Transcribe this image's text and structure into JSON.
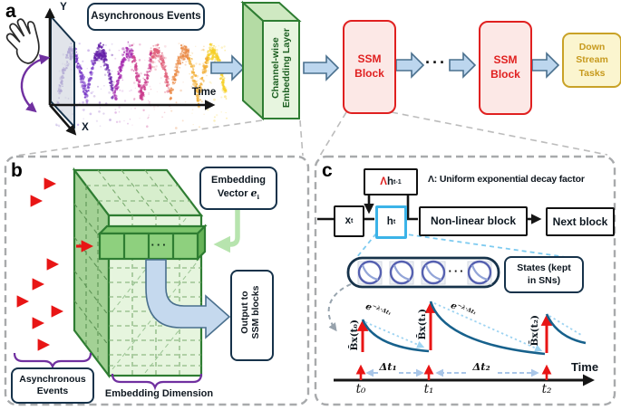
{
  "panel_a": {
    "label": "a",
    "events_box": "Asynchronous Events",
    "axis": {
      "y": "Y",
      "x": "X",
      "time": "Time"
    },
    "embedding_layer": {
      "line1": "Channel-wise",
      "line2": "Embedding Layer"
    },
    "ssm_block_1": {
      "line1": "SSM",
      "line2": "Block"
    },
    "ellipsis": "···",
    "ssm_block_2": {
      "line1": "SSM",
      "line2": "Block"
    },
    "downstream": {
      "line1": "Down",
      "line2": "Stream",
      "line3": "Tasks"
    }
  },
  "panel_b": {
    "label": "b",
    "embedding_vector": {
      "line1": "Embedding",
      "line2_prefix": "Vector ",
      "var": "e",
      "var_sub": "i"
    },
    "row_ellipsis": "···",
    "output_box": {
      "line1": "Output to",
      "line2": "SSM blocks"
    },
    "events_label": {
      "line1": "Asynchronous",
      "line2": "Events"
    },
    "dimension_label": "Embedding Dimension"
  },
  "panel_c": {
    "label": "c",
    "lambda_box": {
      "lambda": "Λ",
      "base": "h",
      "sub": "t-1"
    },
    "decay_note": "Λ: Uniform exponential decay factor",
    "x_box": {
      "base": "x",
      "sub": "t"
    },
    "h_box": {
      "base": "h",
      "sub": "t"
    },
    "nonlinear_block": "Non-linear block",
    "next_block": "Next block",
    "states_box": {
      "line1": "States (kept",
      "line2": "in SNs)"
    },
    "states_ellipsis": "···",
    "exp_label_1": {
      "base": "e",
      "sup": "−λ·Δt₁"
    },
    "exp_label_2": {
      "base": "e",
      "sup": "−λ·Δt₁"
    },
    "bx_labels": [
      "B̄x(t₀)",
      "B̄x(t₁)",
      "B̄x(t₂)"
    ],
    "dt_labels": [
      "Δt₁",
      "Δt₂"
    ],
    "time_label": "Time",
    "t_labels": [
      "t₀",
      "t₁",
      "t₂"
    ]
  },
  "icons": {
    "waving_hand": "hand-outline-gesture",
    "rotation_arrow": "curved-purple-arrow",
    "state_neuron": "circle-with-decay-curve"
  },
  "colors": {
    "flow_arrow_fill": "#bcd6ee",
    "flow_arrow_border": "#4a708e",
    "green_face": "#e6f5de",
    "green_border": "#2e7d32",
    "green_text": "#1b5e20",
    "ssm_text_border": "#e02020",
    "ssm_fill": "#fce8e6",
    "downstream_border": "#c9a227",
    "downstream_fill": "#fbf5cf",
    "navy_box_border": "#16324a",
    "event_arrow_red": "#e81515",
    "purple_annotation": "#7030a0",
    "decay_curve_blue": "#17618c",
    "h_box_cyan": "#3bb3e8",
    "dotted_decay_blue": "#9fd4f2",
    "interval_arrow_blue": "#a9c6e8"
  }
}
